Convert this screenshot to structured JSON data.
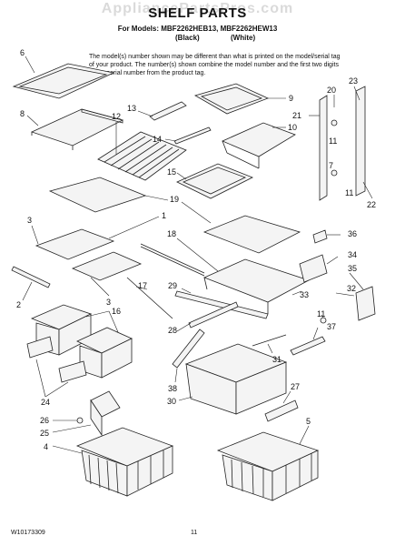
{
  "header": {
    "watermark": "AppliancePartsPros.com",
    "title": "SHELF PARTS",
    "models_line": "For Models: MBF2262HEB13, MBF2262HEW13",
    "color_black": "(Black)",
    "color_white": "(White)"
  },
  "note": "The model(s) number shown may be different than what is printed on the model/serial tag of your product. The number(s) shown combine the model number and the first two digits of the serial number from the product tag.",
  "footer": {
    "doc_number": "W10173309",
    "page_number": "11"
  },
  "callouts": [
    "6",
    "8",
    "12",
    "13",
    "9",
    "10",
    "14",
    "15",
    "20",
    "23",
    "21",
    "11",
    "7",
    "11",
    "22",
    "19",
    "3",
    "1",
    "18",
    "36",
    "34",
    "2",
    "17",
    "29",
    "33",
    "35",
    "32",
    "3",
    "16",
    "11",
    "37",
    "28",
    "24",
    "38",
    "31",
    "27",
    "30",
    "26",
    "25",
    "5",
    "4"
  ]
}
